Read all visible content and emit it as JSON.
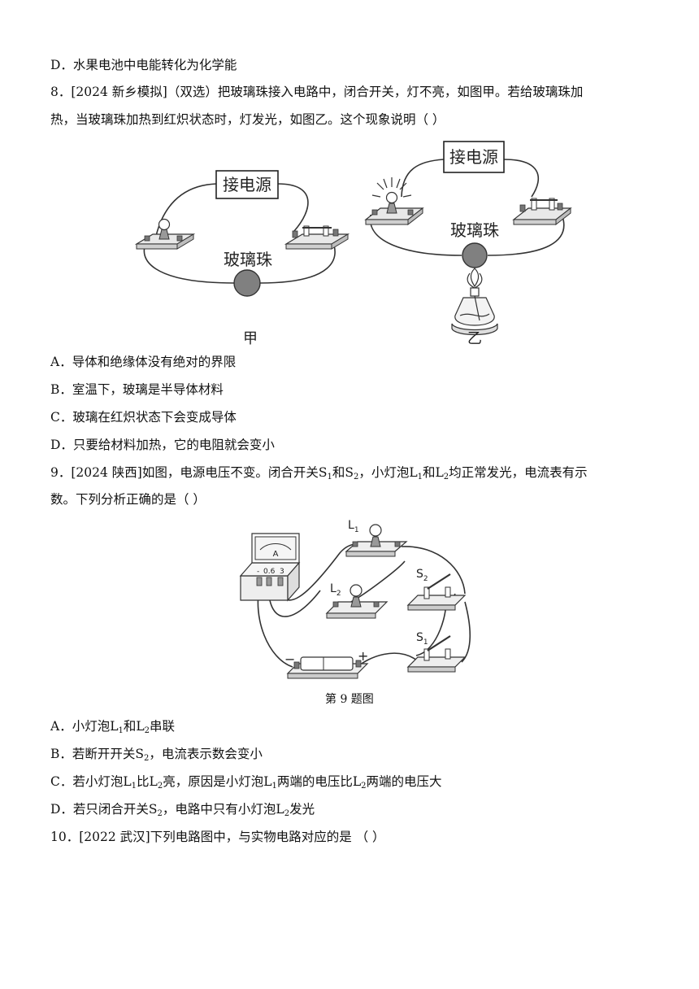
{
  "q7": {
    "option_d": "D．水果电池中电能转化为化学能"
  },
  "q8": {
    "line1": "8．[2024 新乡模拟]（双选）把玻璃珠接入电路中，闭合开关，灯不亮，如图甲。若给玻璃珠加",
    "line2": "热，当玻璃珠加热到红炽状态时，灯发光，如图乙。这个现象说明（ ）",
    "fig_left": {
      "power_label": "接电源",
      "bead_label": "玻璃珠",
      "caption": "甲"
    },
    "fig_right": {
      "power_label": "接电源",
      "bead_label": "玻璃珠",
      "caption": "乙"
    },
    "options": [
      "A．导体和绝缘体没有绝对的界限",
      "B．室温下，玻璃是半导体材料",
      "C．玻璃在红炽状态下会变成导体",
      "D．只要给材料加热，它的电阻就会变小"
    ]
  },
  "q9": {
    "line1": {
      "a": "9．[2024 陕西]如图，电源电压不变。闭合开关S",
      "s1": "1",
      "b": "和S",
      "s2": "2",
      "c": "，小灯泡L",
      "l1": "1",
      "d": "和L",
      "l2": "2",
      "e": "均正常发光，电流表有示"
    },
    "line2": "数。下列分析正确的是（ ）",
    "figure": {
      "ammeter_letter": "A",
      "terminals": [
        "-",
        "0.6",
        "3"
      ],
      "lamp1": "L",
      "lamp1_sub": "1",
      "lamp2": "L",
      "lamp2_sub": "2",
      "switch2": "S",
      "switch2_sub": "2",
      "switch1": "S",
      "switch1_sub": "1",
      "battery_minus": "−",
      "battery_plus": "+",
      "caption": "第 9 题图"
    },
    "optA": {
      "a": "A．小灯泡L",
      "s1": "1",
      "b": "和L",
      "s2": "2",
      "c": "串联"
    },
    "optB": {
      "a": "B．若断开开关S",
      "s1": "2",
      "b": "，电流表示数会变小"
    },
    "optC": {
      "a": "C．若小灯泡L",
      "s1": "1",
      "b": "比L",
      "s2": "2",
      "c": "亮，原因是小灯泡L",
      "s3": "1",
      "d": "两端的电压比L",
      "s4": "2",
      "e": "两端的电压大"
    },
    "optD": {
      "a": "D．若只闭合开关S",
      "s1": "2",
      "b": "，电路中只有小灯泡L",
      "s2": "2",
      "c": "发光"
    }
  },
  "q10": {
    "line1": "10．[2022 武汉]下列电路图中，与实物电路对应的是 （ ）"
  }
}
